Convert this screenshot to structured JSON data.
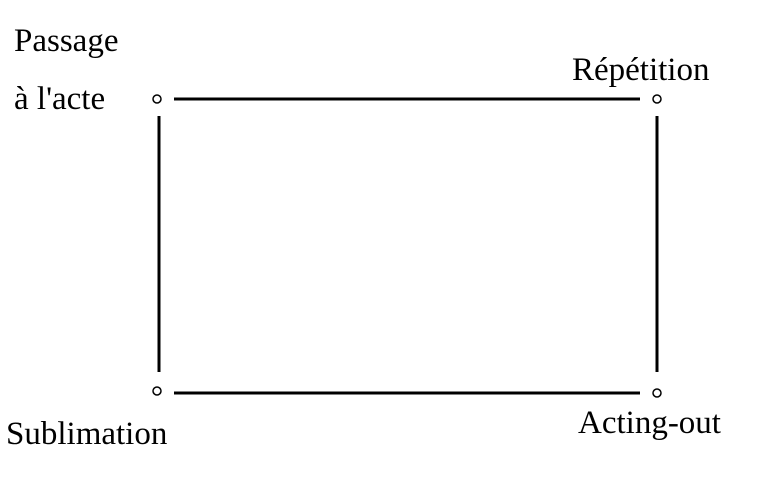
{
  "diagram": {
    "corners": {
      "top_left": {
        "line1": "Passage",
        "line2": "à l'acte"
      },
      "top_right": "Répétition",
      "bottom_left": "Sublimation",
      "bottom_right": "Acting-out"
    },
    "stroke_color": "#000000",
    "node_shape": "small-open-circle"
  }
}
